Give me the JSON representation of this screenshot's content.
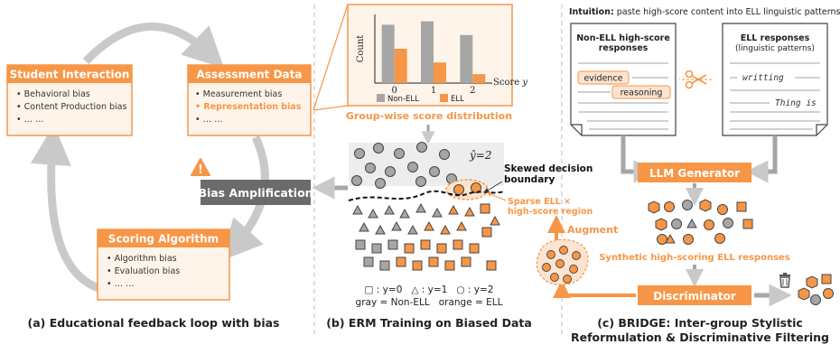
{
  "colors": {
    "orange": "#F79646",
    "orange_light": "#FCE4D1",
    "orange_panel": "#FFF4EA",
    "gray_box": "#6B6B6B",
    "gray_arrow": "#C9C9C9",
    "gray_fill": "#A6A6A6",
    "dark_text": "#1a1a1a"
  },
  "panel_a": {
    "student": {
      "title": "Student Interaction",
      "items": [
        "Behavioral bias",
        "Content Production bias",
        "… …"
      ]
    },
    "assessment": {
      "title": "Assessment Data",
      "items": [
        "Measurement bias",
        "Representation bias",
        "… …"
      ]
    },
    "scoring": {
      "title": "Scoring Algorithm",
      "items": [
        "Algorithm bias",
        "Evaluation bias",
        "… …"
      ]
    },
    "amplification": "Bias Amplification",
    "warning_mark": "!",
    "caption": "(a) Educational feedback loop with bias"
  },
  "panel_b": {
    "group_caption": "Group-wise score distribution",
    "yhat_label": "ŷ=2",
    "boundary_label": "Skewed decision boundary",
    "sparse_label": "Sparse ELL × high-score region",
    "legend_shapes": "□ : y=0   △ : y=1   ○ : y=2",
    "legend_colors": "gray = Non-ELL   orange = ELL",
    "caption": "(b) ERM Training on Biased Data"
  },
  "chart_data": {
    "type": "bar",
    "categories": [
      "0",
      "1",
      "2"
    ],
    "series": [
      {
        "name": "Non-ELL",
        "values": [
          0.85,
          0.9,
          0.7
        ]
      },
      {
        "name": "ELL",
        "values": [
          0.5,
          0.3,
          0.13
        ]
      }
    ],
    "xlabel": "Score y",
    "ylabel": "Count",
    "legend": "bottom",
    "grid": false
  },
  "panel_c": {
    "intuition_bold": "Intuition:",
    "intuition_text": "paste high-score content into ELL linguistic patterns",
    "doc1_title": "Non-ELL high-score responses",
    "doc1_tag1": "evidence",
    "doc1_tag2": "reasoning",
    "doc2_title": "ELL responses",
    "doc2_sub": "(linguistic patterns)",
    "doc2_word1": "writting",
    "doc2_word2": "Thing is",
    "llm": "LLM Generator",
    "synthetic": "Synthetic high-scoring ELL responses",
    "discriminator": "Discriminator",
    "augment": "Augment",
    "caption_line1": "(c) BRIDGE: Inter-group Stylistic",
    "caption_line2": "Reformulation & Discriminative Filtering"
  }
}
